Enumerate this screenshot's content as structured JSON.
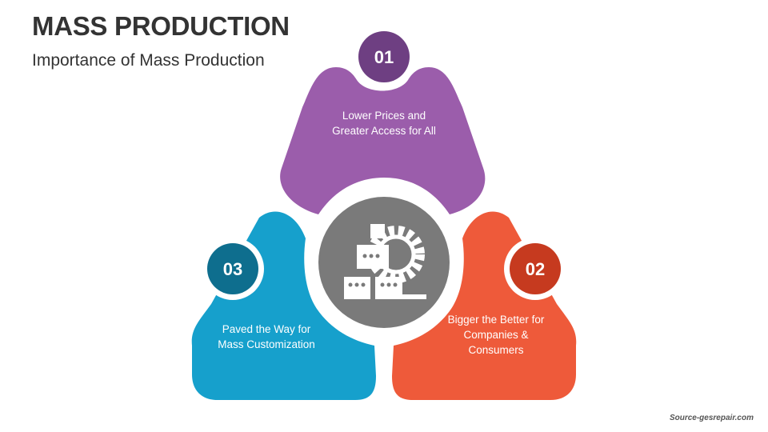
{
  "header": {
    "title": "MASS PRODUCTION",
    "subtitle": "Importance of Mass Production"
  },
  "items": [
    {
      "number": "01",
      "text": "Lower Prices and Greater Access for All",
      "color": "#9B5DAB",
      "dark": "#6E3F82"
    },
    {
      "number": "02",
      "text": "Bigger the Better for Companies & Consumers",
      "color": "#EE5A3A",
      "dark": "#C63A1F"
    },
    {
      "number": "03",
      "text": "Paved the Way for Mass Customization",
      "color": "#16A0CC",
      "dark": "#0E6E8E"
    }
  ],
  "center": {
    "icon": "factory-gear-icon",
    "color": "#7A7A7A"
  },
  "footer": {
    "source": "Source-gesrepair.com"
  }
}
